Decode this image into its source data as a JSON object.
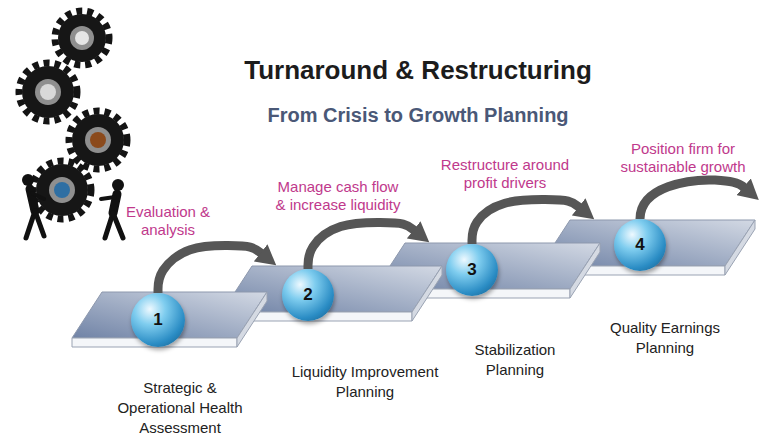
{
  "diagram": {
    "title": "Turnaround & Restructuring",
    "nodes": [
      {
        "text": [
          "Strategic & Operational Health Assessment"
        ]
      },
      {
        "text": [
          "1"
        ],
        "in": 0
      },
      {
        "text": [
          "Liquidity Improvement Planning"
        ]
      },
      {
        "text": [
          "2"
        ],
        "in": 2
      },
      {
        "text": [
          "Stabilization Planning"
        ]
      },
      {
        "text": [
          "3"
        ],
        "in": 4
      },
      {
        "text": [
          "Quality Earnings Planning"
        ]
      },
      {
        "text": [
          "4"
        ],
        "in": 6
      }
    ],
    "edges": [
      {
        "from": 1,
        "to": 2,
        "arrow": "to",
        "label": "Evaluation & analysis"
      },
      {
        "from": 3,
        "to": 4,
        "arrow": "to",
        "label": "Manage cash flow & increase liquidity"
      },
      {
        "from": 5,
        "to": 6,
        "arrow": "to",
        "label": "Restructure around profit drivers"
      }
    ],
    "labels": [
      "From Crisis to Growth Planning",
      "Position firm for sustainable growth"
    ]
  }
}
